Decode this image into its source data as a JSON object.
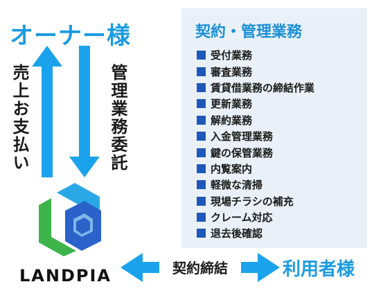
{
  "owner": {
    "title": "オーナー様"
  },
  "flows": {
    "up_label": "売上お支払い",
    "down_label": "管理業務委託"
  },
  "brand": {
    "name": "LANDPIA"
  },
  "panel": {
    "title": "契約・管理業務",
    "items": [
      "受付業務",
      "審査業務",
      "賃貸借業務の締結作業",
      "更新業務",
      "解約業務",
      "入金管理業務",
      "鍵の保管業務",
      "内覧案内",
      "軽微な清掃",
      "現場チラシの補充",
      "クレーム対応",
      "退去後確認"
    ]
  },
  "contract": {
    "label": "契約締結"
  },
  "user": {
    "title": "利用者様"
  },
  "colors": {
    "owner_blue": "#1a9be0",
    "arrow_blue": "#1aa3ec",
    "panel_bg": "#e9f0f8",
    "bullet_navy": "#1f58b8",
    "logo_green": "#3cb44a",
    "logo_blue": "#2a62c9",
    "logo_sky": "#2aa8e6"
  }
}
